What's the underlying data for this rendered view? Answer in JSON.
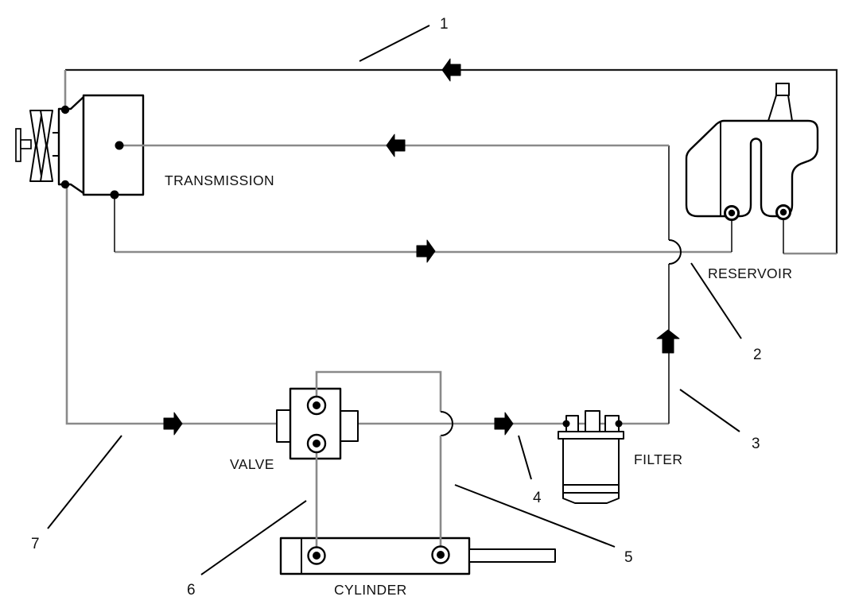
{
  "figure": {
    "labels": {
      "transmission": "TRANSMISSION",
      "reservoir": "RESERVOIR",
      "valve": "VALVE",
      "filter": "FILTER",
      "cylinder": "CYLINDER"
    },
    "callouts": [
      "1",
      "2",
      "3",
      "4",
      "5",
      "6",
      "7"
    ],
    "colors": {
      "hose_line": "#8a8a8a",
      "outline": "#000000",
      "flow_arrow": "#000000",
      "background": "#ffffff"
    }
  }
}
